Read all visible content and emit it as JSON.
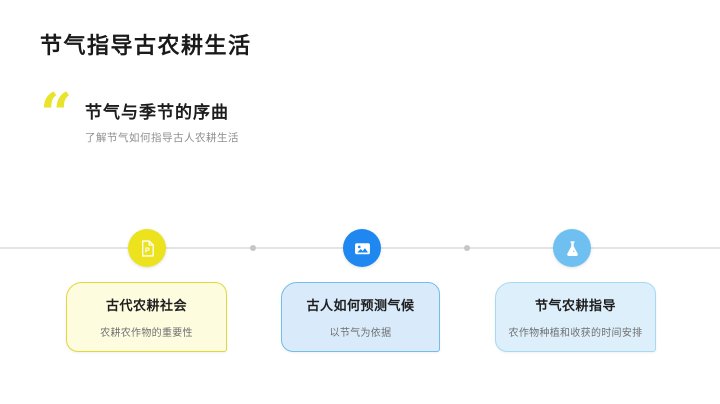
{
  "slide": {
    "title": "节气指导古农耕生活",
    "quote": {
      "mark": "“",
      "heading": "节气与季节的序曲",
      "subheading": "了解节气如何指导古人农耕生活"
    },
    "timeline": {
      "items": [
        {
          "icon": "ppt-document-icon",
          "icon_letter": "P",
          "circle_color": "#ece21e",
          "title": "古代农耕社会",
          "desc": "农耕农作物的重要性",
          "card_bg": "#fdfcdf",
          "card_border": "#e2d83a"
        },
        {
          "icon": "image-icon",
          "circle_color": "#1e87f0",
          "title": "古人如何预测气候",
          "desc": "以节气为依据",
          "card_bg": "#d9ebfa",
          "card_border": "#74bce9"
        },
        {
          "icon": "flask-icon",
          "circle_color": "#6fc0f0",
          "title": "节气农耕指导",
          "desc": "农作物种植和收获的时间安排",
          "card_bg": "#ddeffb",
          "card_border": "#a8d9f4"
        }
      ]
    },
    "colors": {
      "accent_yellow": "#e8e32b",
      "timeline_line": "#e4e4e4",
      "timeline_dot": "#c6c6c6"
    }
  }
}
